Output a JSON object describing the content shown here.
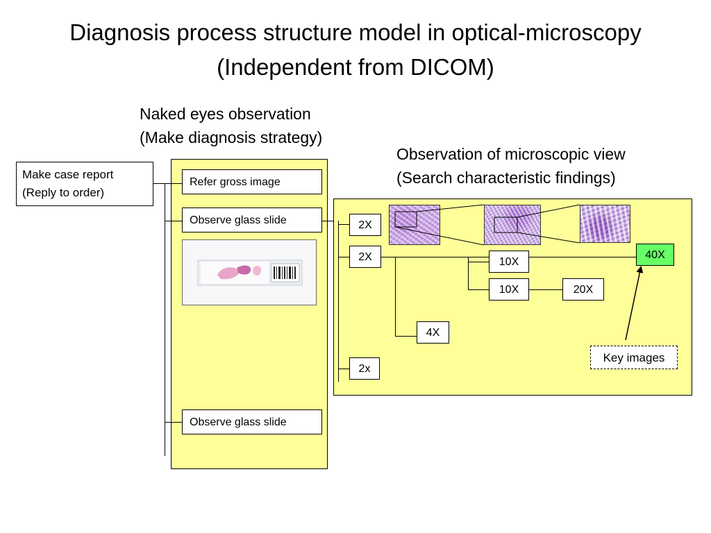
{
  "title": {
    "line1": "Diagnosis process structure model in optical-microscopy",
    "line2": "(Independent from DICOM)"
  },
  "naked_eyes": {
    "line1": "Naked eyes observation",
    "line2": "(Make diagnosis strategy)"
  },
  "microscopic": {
    "line1": "Observation of microscopic view",
    "line2": "(Search characteristic findings)"
  },
  "case_report": {
    "line1": "Make case report",
    "line2": "(Reply to order)"
  },
  "gross_steps": {
    "refer_gross": "Refer gross image",
    "observe_slide_1": "Observe glass slide",
    "observe_slide_2": "Observe glass slide"
  },
  "magnifications": {
    "m2x_top": "2X",
    "m2x_mid": "2X",
    "m10x_a": "10X",
    "m10x_b": "10X",
    "m20x": "20X",
    "m4x": "4X",
    "m2x_low": "2x",
    "m40x": "40X"
  },
  "key_images": "Key images",
  "colors": {
    "panel": "#ffff99",
    "highlight": "#66ff66"
  }
}
